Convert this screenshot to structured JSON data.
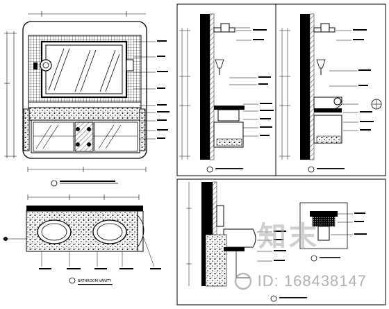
{
  "watermark": {
    "site_id": "ID: 168438147",
    "logo_text": "知末"
  },
  "drawing": {
    "caption_vanity_plan": "BATHROOM VANITY",
    "colors": {
      "line": "#000000",
      "paper": "#ffffff",
      "watermark": "#9a9a9a"
    }
  }
}
